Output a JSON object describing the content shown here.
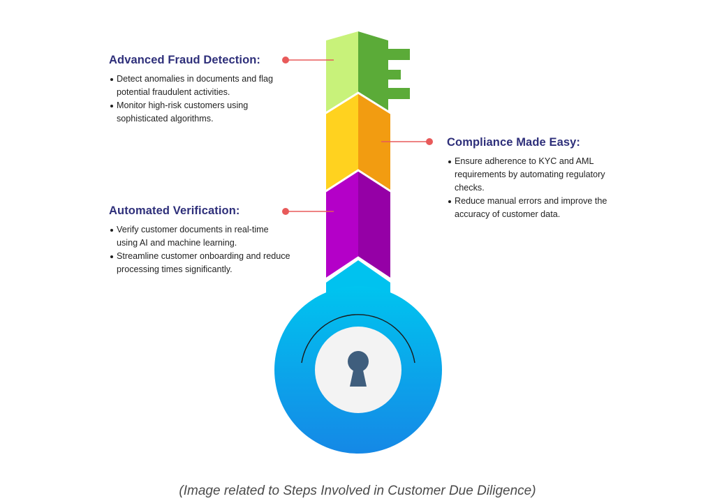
{
  "sections": {
    "fraud": {
      "title": "Advanced Fraud Detection:",
      "bullets": [
        "Detect anomalies in documents and flag potential fraudulent activities.",
        "Monitor high-risk customers using sophisticated algorithms."
      ]
    },
    "compliance": {
      "title": "Compliance Made Easy:",
      "bullets": [
        "Ensure adherence to KYC and AML requirements by automating regulatory checks.",
        "Reduce manual errors and improve the accuracy of customer data."
      ]
    },
    "verification": {
      "title": "Automated Verification:",
      "bullets": [
        "Verify customer documents in real-time using AI and machine learning.",
        "Streamline customer onboarding and reduce processing times significantly."
      ]
    }
  },
  "caption": "(Image related to Steps Involved in Customer Due Diligence)",
  "colors": {
    "heading": "#2e2f7a",
    "connector": "#e85a5a",
    "green_light": "#c8f27a",
    "green_dark": "#5bab38",
    "yellow": "#ffd21f",
    "orange": "#f29c11",
    "purple_light": "#b400c8",
    "purple_dark": "#9500a6",
    "cyan": "#00c2ef",
    "blue": "#1a8ee8"
  }
}
